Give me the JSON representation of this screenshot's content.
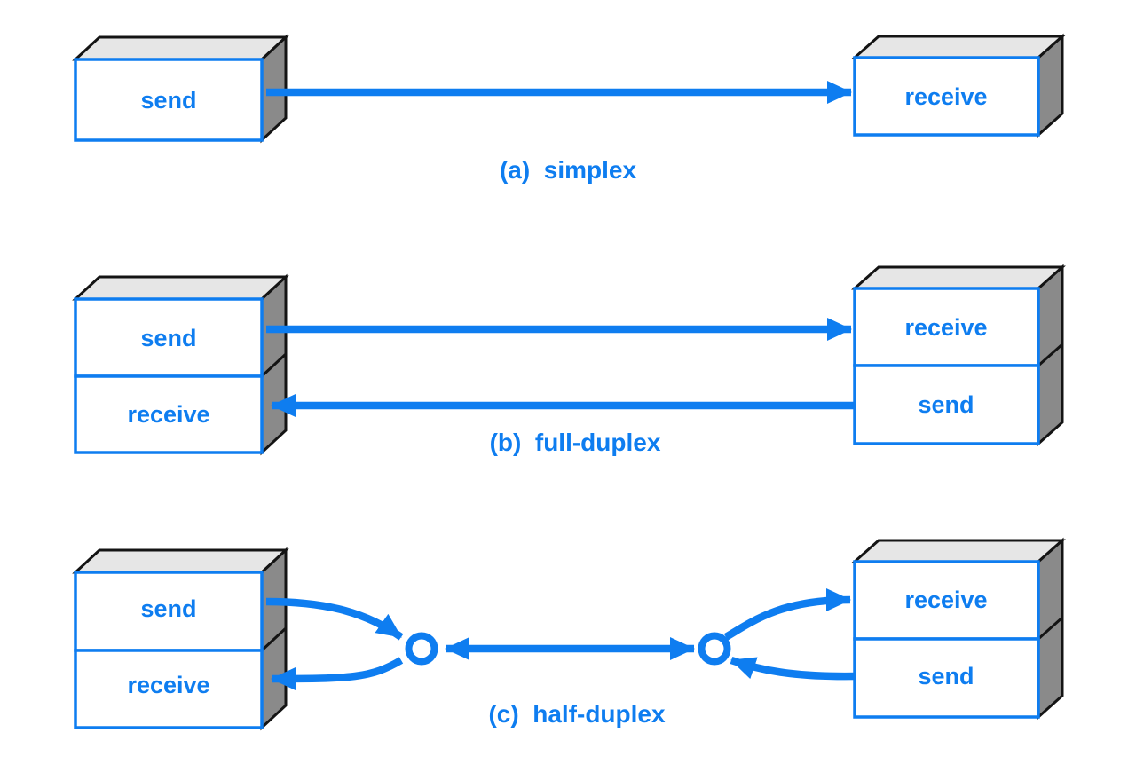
{
  "colors": {
    "accent_blue": "#0e7df0",
    "box_top_gray": "#e6e6e6",
    "box_side_gray": "#8a8a8a",
    "outline_black": "#141414",
    "box_face_white": "#ffffff",
    "background": "#ffffff"
  },
  "sections": [
    {
      "caption": "(a)  simplex",
      "left_box": {
        "compartments": [
          "send"
        ]
      },
      "right_box": {
        "compartments": [
          "receive"
        ]
      },
      "arrows": [
        "left-send-to-right-receive"
      ]
    },
    {
      "caption": "(b)  full-duplex",
      "left_box": {
        "compartments": [
          "send",
          "receive"
        ]
      },
      "right_box": {
        "compartments": [
          "receive",
          "send"
        ]
      },
      "arrows": [
        "left-send-to-right-receive",
        "right-send-to-left-receive"
      ]
    },
    {
      "caption": "(c)  half-duplex",
      "left_box": {
        "compartments": [
          "send",
          "receive"
        ]
      },
      "right_box": {
        "compartments": [
          "receive",
          "send"
        ]
      },
      "arrows": [
        "left-send-to-left-junction",
        "left-junction-to-left-receive",
        "shared-channel-bidirectional",
        "right-junction-to-right-receive",
        "right-send-to-right-junction"
      ],
      "junctions": [
        "left-junction-circle",
        "right-junction-circle"
      ]
    }
  ]
}
